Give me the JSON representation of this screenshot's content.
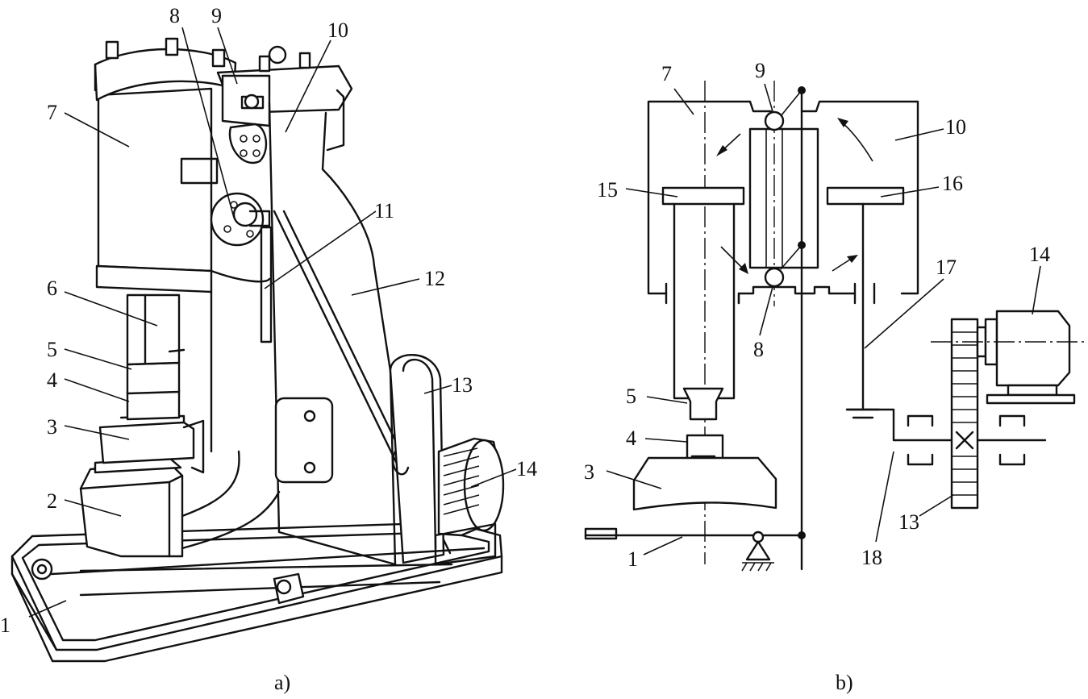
{
  "diagram_a": {
    "caption": "a)",
    "labels": [
      {
        "id": "1",
        "text": "1"
      },
      {
        "id": "2",
        "text": "2"
      },
      {
        "id": "3",
        "text": "3"
      },
      {
        "id": "4",
        "text": "4"
      },
      {
        "id": "5",
        "text": "5"
      },
      {
        "id": "6",
        "text": "6"
      },
      {
        "id": "7",
        "text": "7"
      },
      {
        "id": "8",
        "text": "8"
      },
      {
        "id": "9",
        "text": "9"
      },
      {
        "id": "10",
        "text": "10"
      },
      {
        "id": "11",
        "text": "11"
      },
      {
        "id": "12",
        "text": "12"
      },
      {
        "id": "13",
        "text": "13"
      },
      {
        "id": "14",
        "text": "14"
      }
    ]
  },
  "diagram_b": {
    "caption": "b)",
    "labels": [
      {
        "id": "1",
        "text": "1"
      },
      {
        "id": "3",
        "text": "3"
      },
      {
        "id": "4",
        "text": "4"
      },
      {
        "id": "5",
        "text": "5"
      },
      {
        "id": "7",
        "text": "7"
      },
      {
        "id": "8",
        "text": "8"
      },
      {
        "id": "9",
        "text": "9"
      },
      {
        "id": "10",
        "text": "10"
      },
      {
        "id": "13",
        "text": "13"
      },
      {
        "id": "14",
        "text": "14"
      },
      {
        "id": "15",
        "text": "15"
      },
      {
        "id": "16",
        "text": "16"
      },
      {
        "id": "17",
        "text": "17"
      },
      {
        "id": "18",
        "text": "18"
      }
    ]
  }
}
